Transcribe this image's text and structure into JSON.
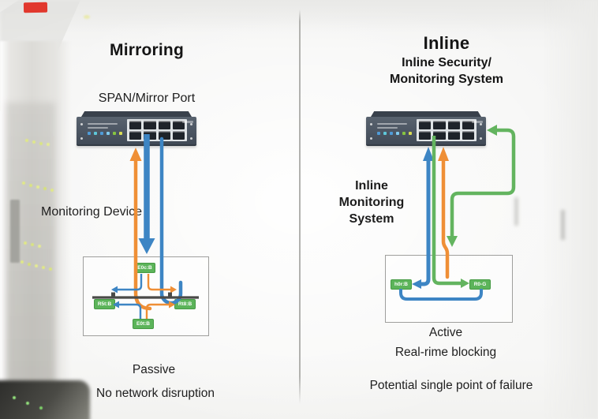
{
  "left_panel": {
    "title": "Mirroring",
    "port_label": "SPAN/Mirror Port",
    "device_label": "Monitoring Device",
    "box_ports": {
      "top": "E0c:B",
      "left": "R5t:B",
      "right": "Rt8:B",
      "bottom": "E0t:B"
    },
    "footer_line1": "Passive",
    "footer_line2": "No network disruption"
  },
  "right_panel": {
    "title": "Inline",
    "subtitle_line1": "Inline Security/",
    "subtitle_line2": "Monitoring System",
    "device_label_lines": [
      "Inline",
      "Monitoring",
      "System"
    ],
    "box_ports": {
      "left": "h0r:B",
      "right": "R0-G"
    },
    "footer_line1": "Active",
    "footer_line2": "Real-rime blocking",
    "footer_line3": "Potential single point of failure"
  },
  "colors": {
    "flow_blue": "#3d85c4",
    "flow_orange": "#ef8f36",
    "flow_green": "#63b45f",
    "port_tag_green": "#5cb45a",
    "switch_body": "#4b5562",
    "marker_red": "#e1382d"
  }
}
